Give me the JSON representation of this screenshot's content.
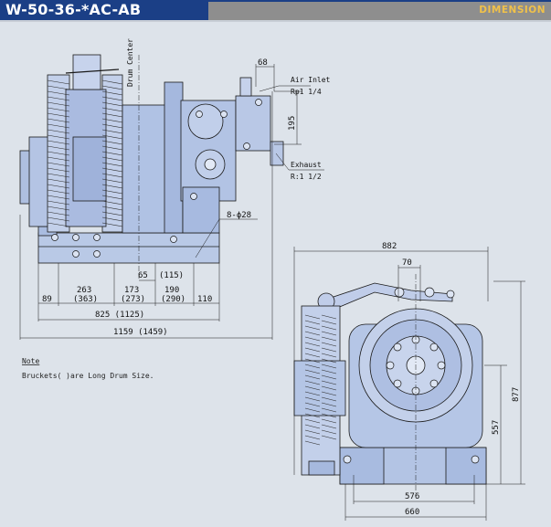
{
  "header": {
    "title": "W-50-36-*AC-AB",
    "section": "DIMENSION"
  },
  "drawing": {
    "drum_center": "Drum Center",
    "air_inlet": "Air Inlet",
    "air_inlet_size": "Rp1 1/4",
    "exhaust": "Exhaust",
    "exhaust_size": "R:1 1/2",
    "bolt_holes": "8-ϕ28",
    "dim_68": "68",
    "dim_195": "195",
    "dim_263": "263",
    "dim_363": "(363)",
    "dim_89": "89",
    "dim_65": "65",
    "dim_115": "(115)",
    "dim_173": "173",
    "dim_273": "(273)",
    "dim_190": "190",
    "dim_290": "(290)",
    "dim_110": "110",
    "dim_825": "825 (1125)",
    "dim_1159": "1159 (1459)",
    "dim_882": "882",
    "dim_70": "70",
    "dim_877": "877",
    "dim_557": "557",
    "dim_576": "576",
    "dim_660": "660"
  },
  "note": {
    "label": "Note",
    "text": "Bruckets( )are Long Drum Size."
  }
}
